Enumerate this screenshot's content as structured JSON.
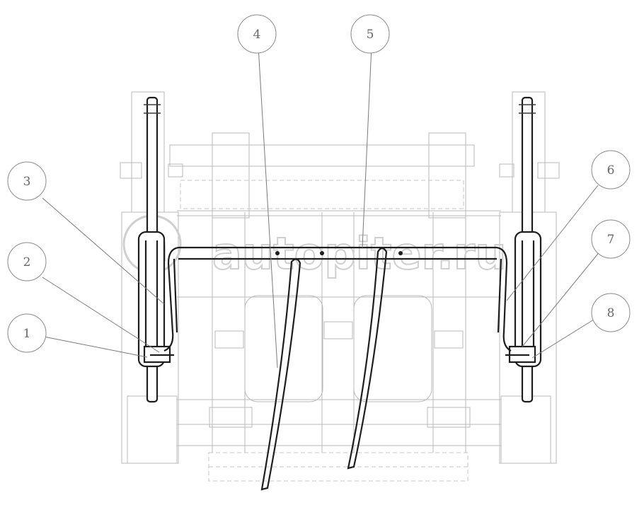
{
  "watermark": {
    "text": "autopiter.ru",
    "logo_letter": "a"
  },
  "callouts": [
    {
      "label": "4"
    },
    {
      "label": "5"
    },
    {
      "label": "3"
    },
    {
      "label": "6"
    },
    {
      "label": "2"
    },
    {
      "label": "7"
    },
    {
      "label": "1"
    },
    {
      "label": "8"
    }
  ],
  "colors": {
    "line": "#1e1e1e",
    "hidden": "#b9b9b9",
    "balloon": "#8a8a8a"
  }
}
